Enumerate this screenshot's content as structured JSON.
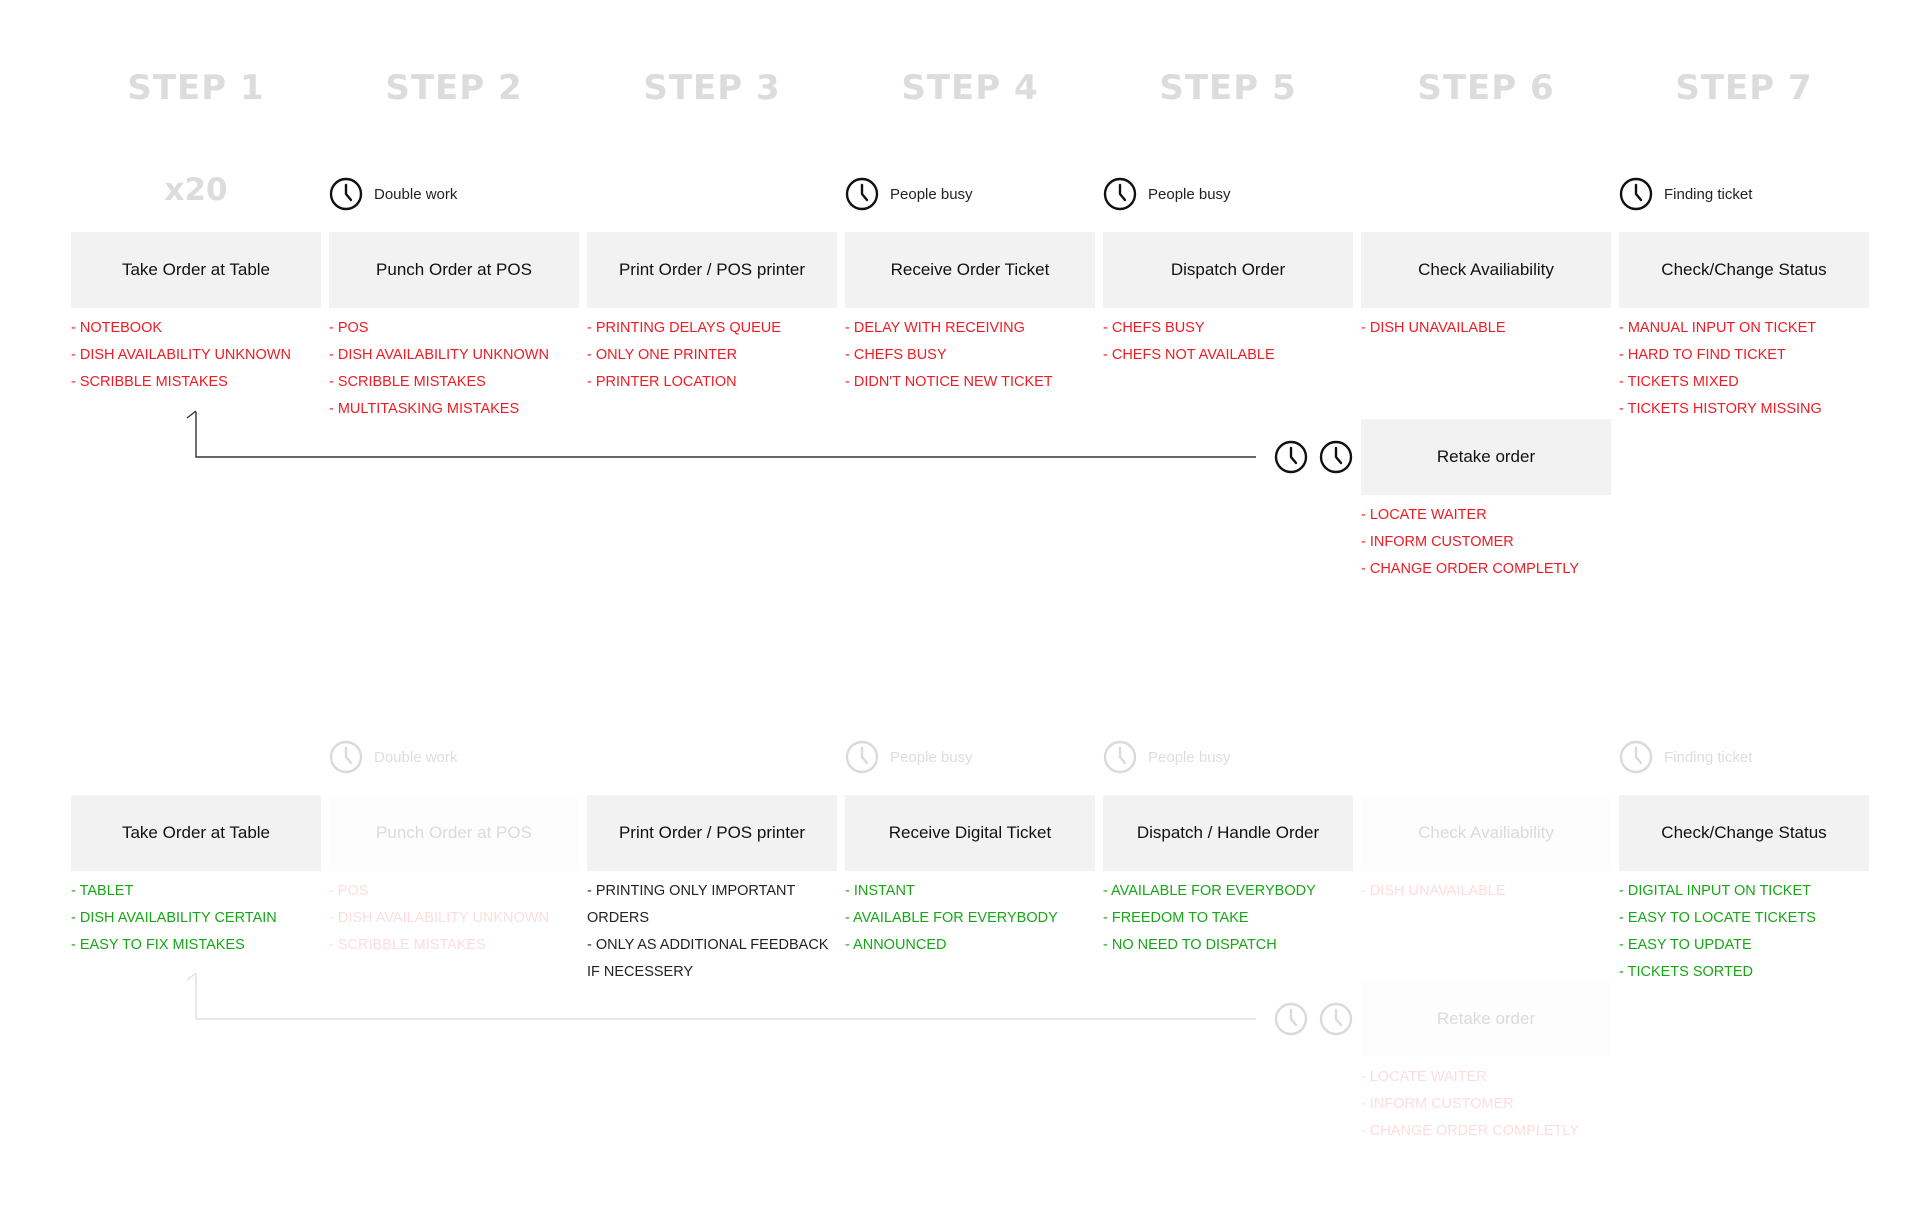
{
  "steps": [
    "STEP 1",
    "STEP 2",
    "STEP 3",
    "STEP 4",
    "STEP 5",
    "STEP 6",
    "STEP 7"
  ],
  "current": {
    "multiplier": "x20",
    "notes": {
      "step2": "Double work",
      "step4": "People busy",
      "step5": "People busy",
      "step7": "Finding ticket"
    },
    "boxes": [
      "Take Order at Table",
      "Punch Order at POS",
      "Print Order / POS printer",
      "Receive Order Ticket",
      "Dispatch Order",
      "Check Availiability",
      "Check/Change Status"
    ],
    "issues": [
      [
        "- NOTEBOOK",
        "- DISH AVAILABILITY UNKNOWN",
        "- SCRIBBLE MISTAKES"
      ],
      [
        "- POS",
        "- DISH AVAILABILITY UNKNOWN",
        "- SCRIBBLE MISTAKES",
        "- MULTITASKING MISTAKES"
      ],
      [
        "- PRINTING DELAYS QUEUE",
        "- ONLY ONE PRINTER",
        "- PRINTER LOCATION"
      ],
      [
        "- DELAY WITH RECEIVING",
        "- CHEFS BUSY",
        "- DIDN'T NOTICE NEW TICKET"
      ],
      [
        "- CHEFS BUSY",
        "- CHEFS NOT AVAILABLE"
      ],
      [
        "- DISH UNAVAILABLE"
      ],
      [
        "- MANUAL INPUT ON TICKET",
        "- HARD TO FIND TICKET",
        "- TICKETS MIXED",
        "- TICKETS HISTORY MISSING"
      ]
    ],
    "retake": {
      "label": "Retake order",
      "issues": [
        "- LOCATE WAITER",
        "- INFORM CUSTOMER",
        "- CHANGE ORDER COMPLETLY"
      ]
    }
  },
  "proposed": {
    "notes": {
      "step2": "Double work",
      "step4": "People busy",
      "step5": "People busy",
      "step7": "Finding ticket"
    },
    "boxes": [
      "Take Order at Table",
      "Punch Order at POS",
      "Print Order / POS printer",
      "Receive Digital Ticket",
      "Dispatch / Handle Order",
      "Check Availiability",
      "Check/Change Status"
    ],
    "items": [
      [
        "- TABLET",
        "- DISH AVAILABILITY CERTAIN",
        "- EASY TO FIX MISTAKES"
      ],
      [
        "- POS",
        "- DISH AVAILABILITY UNKNOWN",
        "- SCRIBBLE MISTAKES"
      ],
      [
        "- PRINTING ONLY IMPORTANT ORDERS",
        "- ONLY AS ADDITIONAL FEEDBACK IF NECESSERY"
      ],
      [
        "- INSTANT",
        "- AVAILABLE FOR EVERYBODY",
        "- ANNOUNCED"
      ],
      [
        "- AVAILABLE FOR EVERYBODY",
        "- FREEDOM TO TAKE",
        "- NO NEED TO DISPATCH"
      ],
      [
        "- DISH UNAVAILABLE"
      ],
      [
        "- DIGITAL INPUT ON TICKET",
        "- EASY TO LOCATE TICKETS",
        "- EASY TO UPDATE",
        "- TICKETS SORTED"
      ]
    ],
    "retake": {
      "label": "Retake order",
      "issues": [
        "- LOCATE WAITER",
        "- INFORM CUSTOMER",
        "- CHANGE ORDER COMPLETLY"
      ]
    }
  },
  "colors": {
    "problem": "#ee1c24",
    "benefit": "#17a617",
    "box": "#f2f2f2",
    "step_label": "#dcdcdc"
  },
  "icons": {
    "note": "clock-icon",
    "loop": "clock-icon"
  }
}
